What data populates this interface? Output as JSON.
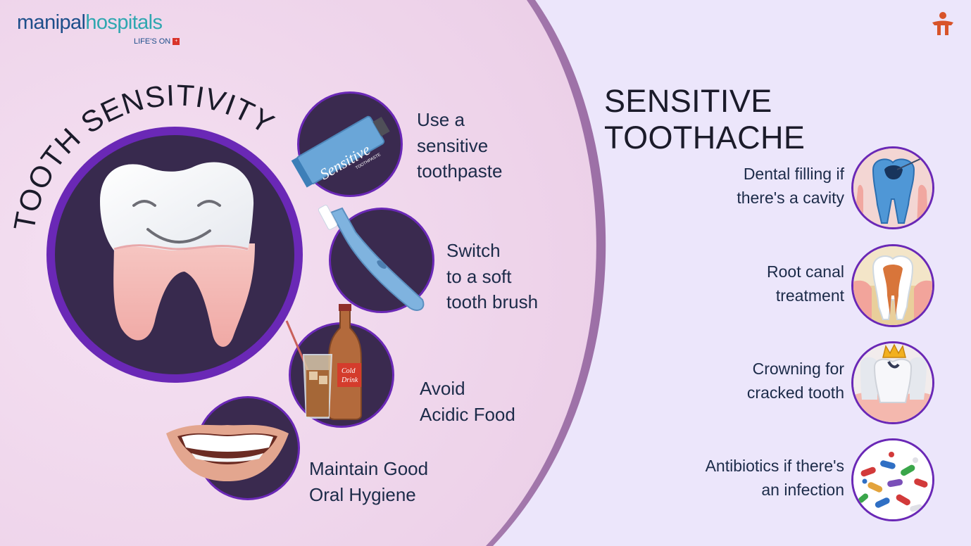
{
  "brand": {
    "name_part1": "manipal",
    "name_part2": "hospitals",
    "tagline": "LIFE'S ON",
    "tagline_mark": "+"
  },
  "left_panel": {
    "arc_title": "TOOTH SENSITIVITY",
    "tips": [
      {
        "text": "Use a\nsensitive\ntoothpaste",
        "icon": "toothpaste-icon"
      },
      {
        "text": "Switch\nto a soft\ntooth brush",
        "icon": "toothbrush-icon"
      },
      {
        "text": "Avoid\nAcidic Food",
        "icon": "cold-drink-icon"
      },
      {
        "text": "Maintain Good\nOral Hygiene",
        "icon": "smile-icon"
      }
    ],
    "toothpaste_label": "Sensitive",
    "toothpaste_sublabel": "TOOTHPASTE",
    "drink_label_1": "Cold",
    "drink_label_2": "Drink"
  },
  "right_panel": {
    "title": "SENSITIVE TOOTHACHE",
    "treatments": [
      {
        "text": "Dental filling if\nthere's a cavity",
        "icon": "filling-icon"
      },
      {
        "text": "Root canal\ntreatment",
        "icon": "root-canal-icon"
      },
      {
        "text": "Crowning for\ncracked tooth",
        "icon": "crown-icon"
      },
      {
        "text": "Antibiotics if there's\nan infection",
        "icon": "pills-icon"
      }
    ]
  },
  "colors": {
    "left_bg": "#f1d9ee",
    "right_bg": "#ece6fb",
    "circle_fill": "#3a2a4f",
    "circle_ring": "#6a28b6",
    "text": "#1c2b49",
    "brand_blue": "#1d4e8a",
    "brand_teal": "#2fa7b0",
    "accent_orange": "#d8542a"
  }
}
